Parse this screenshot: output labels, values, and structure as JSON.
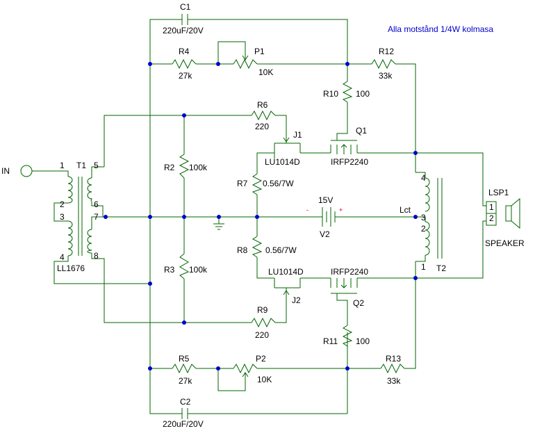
{
  "note": "Alla motstånd 1/4W kolmasa",
  "input_label": "IN",
  "components": {
    "C1": {
      "ref": "C1",
      "value": "220uF/20V"
    },
    "C2": {
      "ref": "C2",
      "value": "220uF/20V"
    },
    "R4": {
      "ref": "R4",
      "value": "27k"
    },
    "R5": {
      "ref": "R5",
      "value": "27k"
    },
    "P1": {
      "ref": "P1",
      "value": "10K"
    },
    "P2": {
      "ref": "P2",
      "value": "10K"
    },
    "R12": {
      "ref": "R12",
      "value": "33k"
    },
    "R13": {
      "ref": "R13",
      "value": "33k"
    },
    "R10": {
      "ref": "R10",
      "value": "100"
    },
    "R11": {
      "ref": "R11",
      "value": "100"
    },
    "R6": {
      "ref": "R6",
      "value": "220"
    },
    "R9": {
      "ref": "R9",
      "value": "220"
    },
    "R2": {
      "ref": "R2",
      "value": "100k"
    },
    "R3": {
      "ref": "R3",
      "value": "100k"
    },
    "R7": {
      "ref": "R7",
      "value": "0.56/7W"
    },
    "R8": {
      "ref": "R8",
      "value": "0.56/7W"
    },
    "J1": {
      "ref": "J1",
      "value": "LU1014D"
    },
    "J2": {
      "ref": "J2",
      "value": "LU1014D"
    },
    "Q1": {
      "ref": "Q1",
      "value": "IRFP2240"
    },
    "Q2": {
      "ref": "Q2",
      "value": "IRFP2240"
    },
    "T1": {
      "ref": "T1",
      "value": "LL1676"
    },
    "T2": {
      "ref": "T2"
    },
    "V2": {
      "ref": "V2",
      "value": "15V"
    },
    "LSP1": {
      "ref": "LSP1",
      "value": "SPEAKER"
    }
  },
  "labels": {
    "center_tap": "Lct",
    "plus": "+",
    "minus": "-"
  },
  "pins": {
    "t1": [
      "1",
      "2",
      "3",
      "4",
      "5",
      "6",
      "7",
      "8"
    ],
    "t2": [
      "4",
      "3",
      "2",
      "1"
    ],
    "lsp": [
      "1",
      "2"
    ]
  },
  "colors": {
    "wire": "#006400",
    "junction": "#0000cc",
    "note": "#0000cc",
    "polarity": "#cc0000"
  }
}
